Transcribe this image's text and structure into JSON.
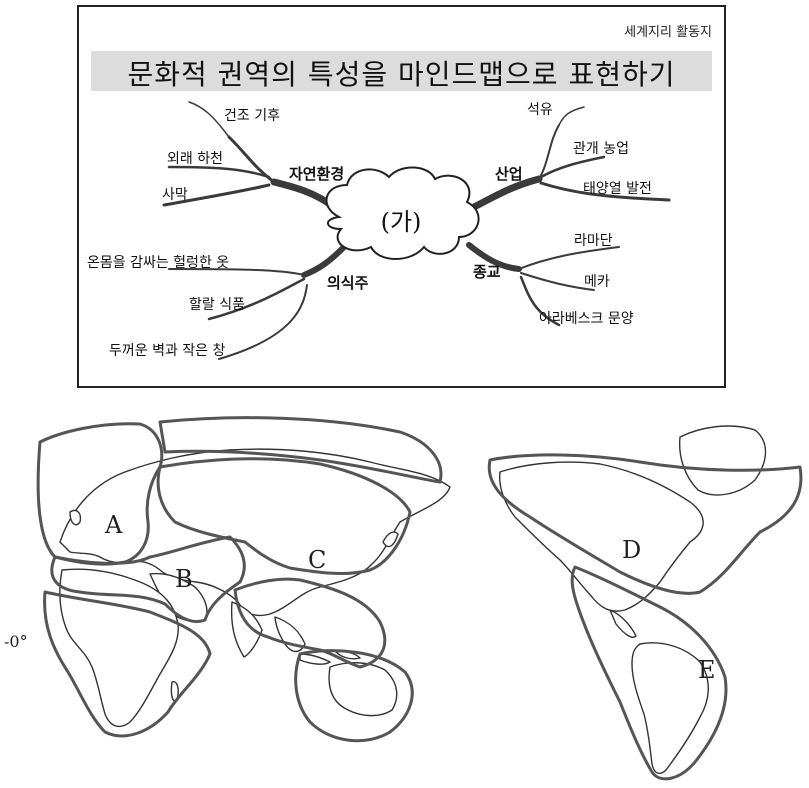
{
  "worksheet": {
    "subject": "세계지리 활동지",
    "title": "문화적 권역의 특성을 마인드맵으로 표현하기",
    "center": "(가)",
    "branches": {
      "nature": {
        "label": "자연환경",
        "items": [
          "건조 기후",
          "외래 하천",
          "사막"
        ]
      },
      "industry": {
        "label": "산업",
        "items": [
          "석유",
          "관개 농업",
          "태양열 발전"
        ]
      },
      "food_clothing_housing": {
        "label": "의식주",
        "items": [
          "온몸을 감싸는 헐렁한 옷",
          "할랄 식품",
          "두꺼운 벽과 작은 창"
        ]
      },
      "religion": {
        "label": "종교",
        "items": [
          "라마단",
          "메카",
          "아라베스크 문양"
        ]
      }
    }
  },
  "map": {
    "regions": [
      "A",
      "B",
      "C",
      "D",
      "E"
    ],
    "latitude_label": "-0°"
  }
}
